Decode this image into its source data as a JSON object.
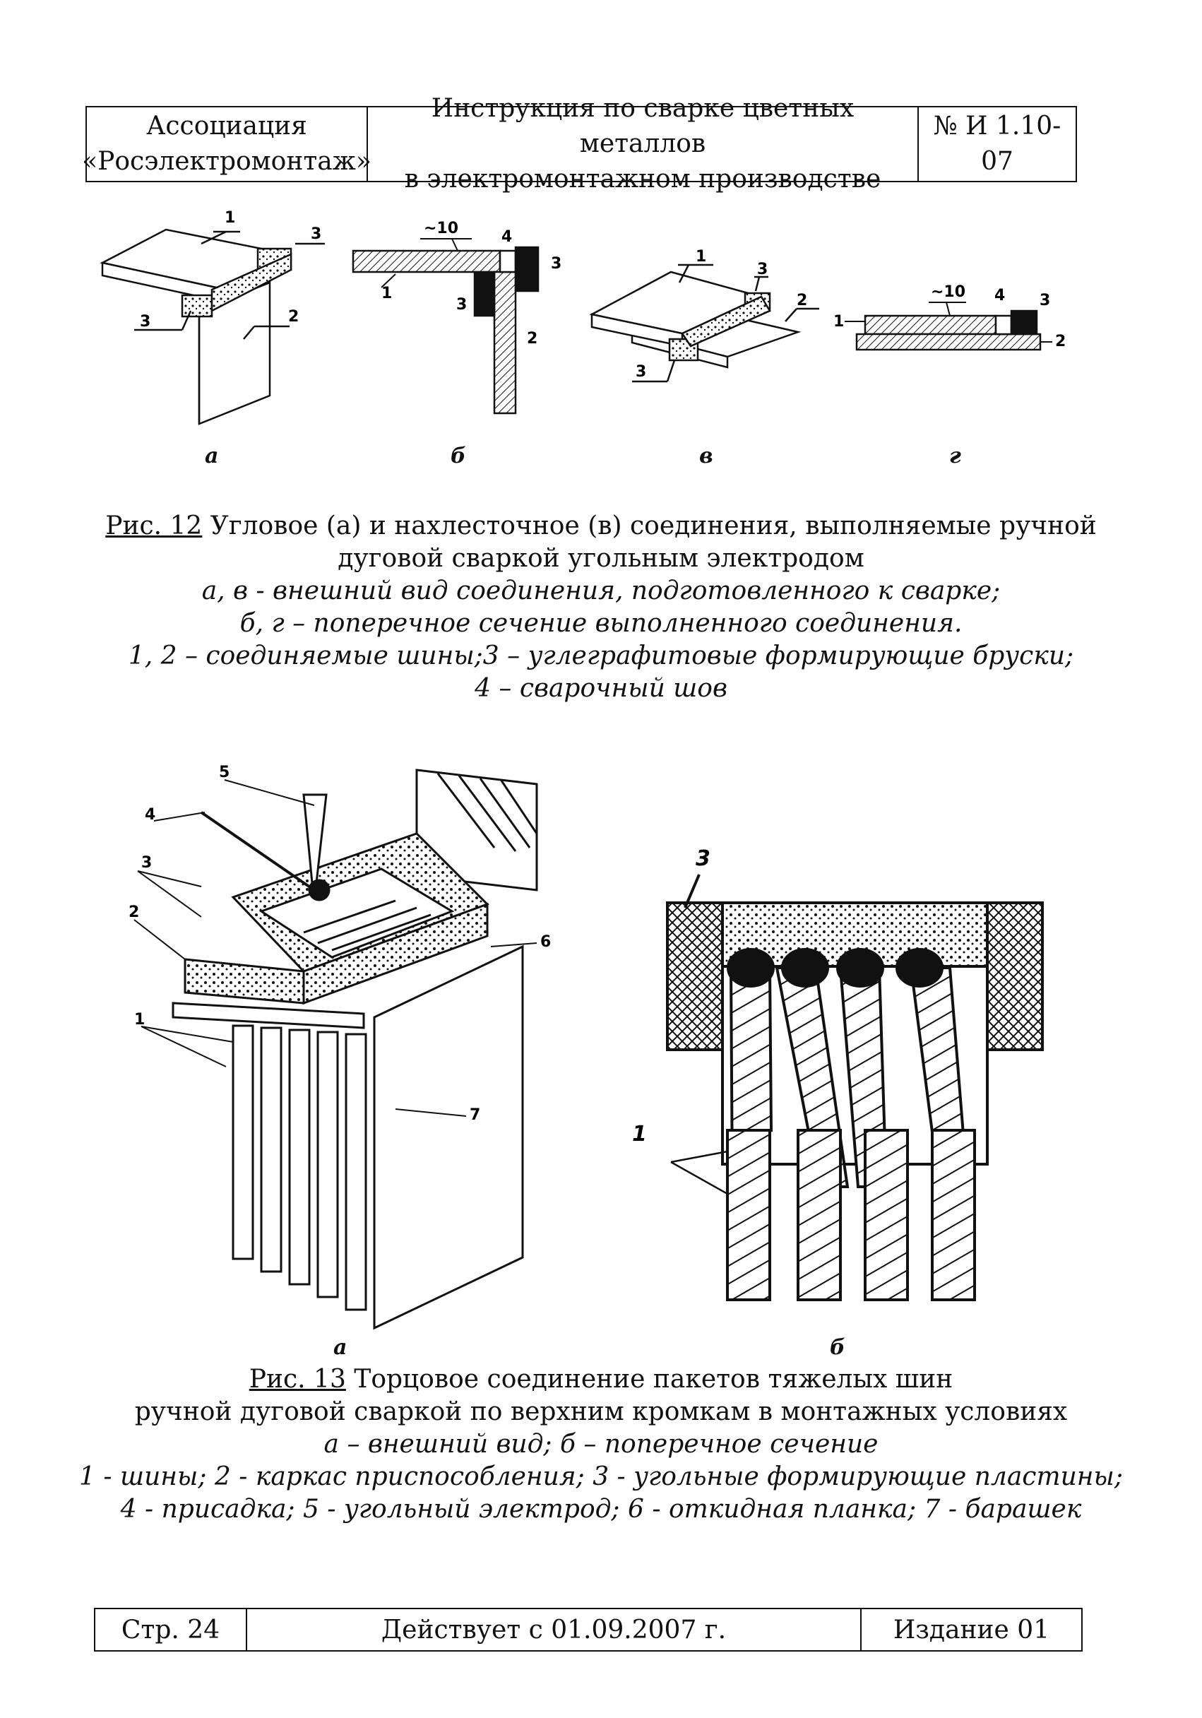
{
  "header": {
    "org_line1": "Ассоциация",
    "org_line2": "«Росэлектромонтаж»",
    "title_line1": "Инструкция по сварке цветных металлов",
    "title_line2": "в электромонтажном производстве",
    "doc_number": "№ И 1.10-07"
  },
  "fig12": {
    "subfig_labels": [
      "а",
      "б",
      "в",
      "г"
    ],
    "callouts": [
      "1",
      "2",
      "3",
      "4",
      "~10"
    ],
    "caption_ref": "Рис. 12",
    "caption_title_1": " Угловое (а) и нахлесточное (в) соединения, выполняемые ручной",
    "caption_title_2": "дуговой сваркой угольным электродом",
    "caption_lines": [
      "а, в - внешний вид соединения, подготовленного к сварке;",
      "б, г – поперечное сечение выполненного соединения.",
      "1, 2 – соединяемые шины;3 – углеграфитовые формирующие бруски;",
      "4 – сварочный шов"
    ]
  },
  "fig13": {
    "subfig_labels": [
      "а",
      "б"
    ],
    "callouts": [
      "1",
      "2",
      "3",
      "4",
      "5",
      "6",
      "7"
    ],
    "caption_ref": "Рис. 13",
    "caption_title_1": " Торцовое соединение пакетов тяжелых шин",
    "caption_title_2": "ручной дуговой сваркой по верхним кромкам в монтажных условиях",
    "caption_lines": [
      "а – внешний вид; б – поперечное сечение",
      "1 - шины; 2 - каркас приспособления; 3 - угольные формирующие пластины;",
      "4 - присадка; 5 - угольный электрод; 6 - откидная планка; 7 - барашек"
    ]
  },
  "footer": {
    "page": "Стр. 24",
    "effective": "Действует с 01.09.2007 г.",
    "edition": "Издание 01"
  }
}
